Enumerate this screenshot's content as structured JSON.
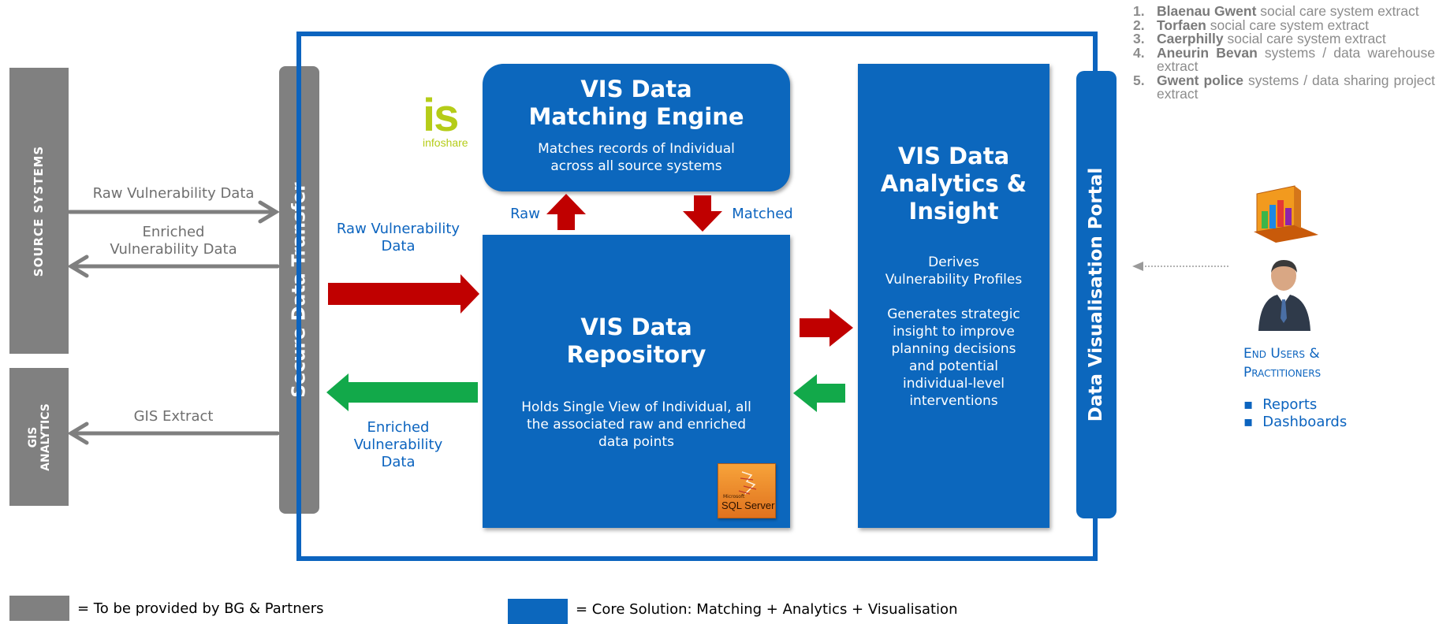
{
  "left_boxes": {
    "source_systems": "SOURCE SYSTEMS",
    "gis_analytics_line1": "GIS",
    "gis_analytics_line2": "ANALYTICS",
    "secure_transfer": "Secure Data Transfer",
    "visualisation_portal": "Data Visualisation Portal"
  },
  "flows": {
    "raw_vulnerability": "Raw Vulnerability Data",
    "enriched_line1": "Enriched",
    "enriched_line2": "Vulnerability Data",
    "gis_extract": "GIS Extract",
    "raw_vuln_blue_line1": "Raw Vulnerability",
    "raw_vuln_blue_line2": "Data",
    "enriched_blue_line1": "Enriched",
    "enriched_blue_line2": "Vulnerability",
    "enriched_blue_line3": "Data",
    "raw": "Raw",
    "matched": "Matched"
  },
  "matching_engine": {
    "title_line1": "VIS Data",
    "title_line2": "Matching Engine",
    "body_line1": "Matches records of Individual",
    "body_line2": "across all source systems"
  },
  "repository": {
    "title_line1": "VIS Data",
    "title_line2": "Repository",
    "body_line1": "Holds Single View of Individual, all",
    "body_line2": "the associated raw and enriched",
    "body_line3": "data points"
  },
  "analytics": {
    "title_line1": "VIS Data",
    "title_line2": "Analytics &",
    "title_line3": "Insight",
    "derives_line1": "Derives",
    "derives_line2": "Vulnerability Profiles",
    "generates_line1": "Generates strategic",
    "generates_line2": "insight to improve",
    "generates_line3": "planning decisions",
    "generates_line4": "and potential",
    "generates_line5": "individual-level",
    "generates_line6": "interventions"
  },
  "logos": {
    "infoshare_big": "is",
    "infoshare_small": "infoshare",
    "sqlserver_small": "Microsoft",
    "sqlserver": "SQL Server"
  },
  "sources": [
    {
      "num": "1.",
      "bold": "Blaenau Gwent",
      "rest": " social care system extract"
    },
    {
      "num": "2.",
      "bold": "Torfaen",
      "rest": " social care system extract"
    },
    {
      "num": "3.",
      "bold": "Caerphilly",
      "rest": " social care system extract"
    },
    {
      "num": "4.",
      "bold": "Aneurin Bevan",
      "rest": " systems / data warehouse extract"
    },
    {
      "num": "5.",
      "bold": "Gwent police",
      "rest": " systems / data sharing project extract"
    }
  ],
  "end_users": {
    "title_line1": "End Users &",
    "title_line2": "Practitioners",
    "items": [
      "Reports",
      "Dashboards"
    ]
  },
  "legend": {
    "gray_text": "= To be provided by BG & Partners",
    "blue_text": "= Core Solution: Matching + Analytics + Visualisation",
    "gray_color": "#808080",
    "blue_color": "#0c67bd"
  },
  "colors": {
    "blue": "#0c67bd",
    "red_arrow": "#c00000",
    "green_arrow": "#12a94a",
    "gray_arrow": "#7f7f7f",
    "infoshare_green": "#b5cc18"
  },
  "icons": [
    "chart-icon",
    "user-icon",
    "sql-server-icon",
    "infoshare-logo"
  ]
}
